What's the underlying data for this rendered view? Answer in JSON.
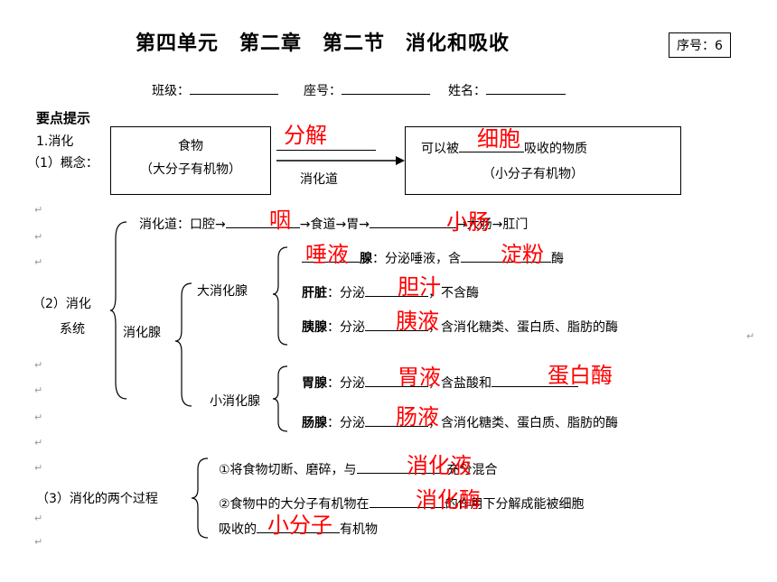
{
  "header": {
    "title": "第四单元　第二章　第二节　消化和吸收",
    "serial_label": "序号：6",
    "class_label": "班级：",
    "seat_label": "座号：",
    "name_label": "姓名："
  },
  "section": {
    "heading": "要点提示",
    "item1": "1.消化",
    "concept_label": "（1）概念：",
    "food_box": {
      "line1": "食物",
      "line2": "（大分子有机物）"
    },
    "arrow_label": "消化道",
    "result_box": {
      "prefix": "可以被",
      "suffix": "吸收的物质",
      "line2": "（小分子有机物）"
    },
    "system_label_1": "（2）消化",
    "system_label_2": "系统",
    "tract": {
      "lead": "消化道：口腔→",
      "mid": "→食道→胃→",
      "tail": "→大肠→肛门"
    },
    "gland_label": "消化腺",
    "large_gland_label": "大消化腺",
    "small_gland_label": "小消化腺",
    "saliva": {
      "name_tail": "腺",
      "desc": "：分泌唾液，含",
      "tail": "酶"
    },
    "liver": {
      "name": "肝脏",
      "desc": "：分泌",
      "tail": "，不含酶"
    },
    "pancreas": {
      "name": "胰腺",
      "desc": "：分泌",
      "tail": "，含消化糖类、蛋白质、脂肪的酶"
    },
    "stomach": {
      "name": "胃腺",
      "desc": "：分泌",
      "tail": "，含盐酸和"
    },
    "intestine": {
      "name": "肠腺",
      "desc": "：分泌",
      "tail": "，含消化糖类、蛋白质、脂肪的酶"
    },
    "process_label": "（3）消化的两个过程",
    "p1": {
      "lead": "①将食物切断、磨碎，与",
      "tail": "充分混合"
    },
    "p2": {
      "lead": "②食物中的大分子有机物在",
      "tail": "的作用下分解成能被细胞"
    },
    "p3": {
      "lead": "吸收的",
      "tail": "有机物"
    }
  },
  "answers": {
    "decompose": "分解",
    "cells": "细胞",
    "pharynx": "咽",
    "small_intestine": "小肠",
    "saliva_gland": "唾液",
    "starch": "淀粉",
    "bile": "胆汁",
    "pancreatic_juice": "胰液",
    "gastric_juice": "胃液",
    "pepsin": "蛋白酶",
    "intestinal_juice": "肠液",
    "digestive_juice": "消化液",
    "digestive_enzyme": "消化酶",
    "small_molecule": "小分子"
  },
  "paragraph_mark": "↵",
  "colors": {
    "answer": "#ff0000",
    "text": "#000000"
  }
}
